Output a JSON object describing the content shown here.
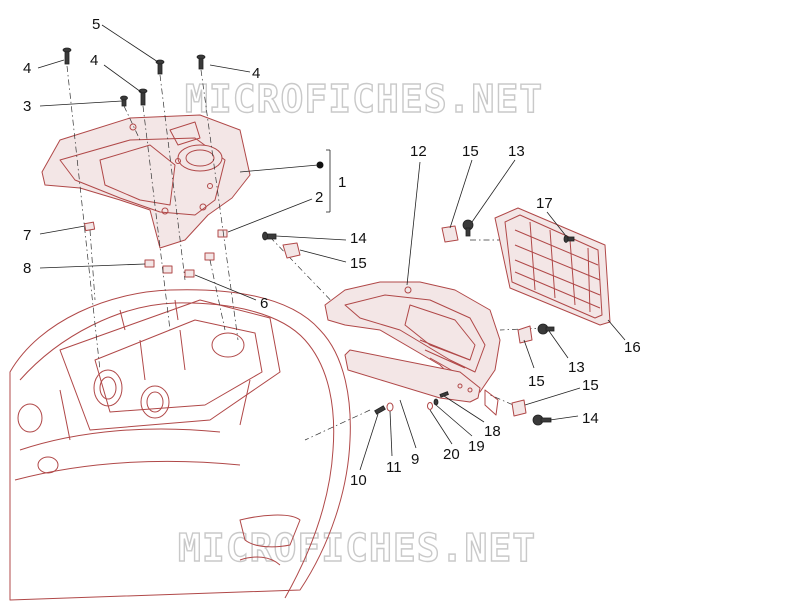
{
  "watermark": {
    "top_text": "MICROFICHES.NET",
    "bottom_text": "MICROFICHES.NET"
  },
  "callouts": {
    "c1": "1",
    "c2": "2",
    "c3": "3",
    "c4a": "4",
    "c4b": "4",
    "c4c": "4",
    "c5": "5",
    "c6": "6",
    "c7": "7",
    "c8": "8",
    "c9": "9",
    "c10": "10",
    "c11": "11",
    "c12": "12",
    "c13a": "13",
    "c13b": "13",
    "c14a": "14",
    "c14b": "14",
    "c15a": "15",
    "c15b": "15",
    "c15c": "15",
    "c15d": "15",
    "c16": "16",
    "c17": "17",
    "c18": "18",
    "c19": "19",
    "c20": "20"
  },
  "colors": {
    "part_stroke": "#b04848",
    "watermark": "#c9c9c9",
    "text": "#111111"
  }
}
